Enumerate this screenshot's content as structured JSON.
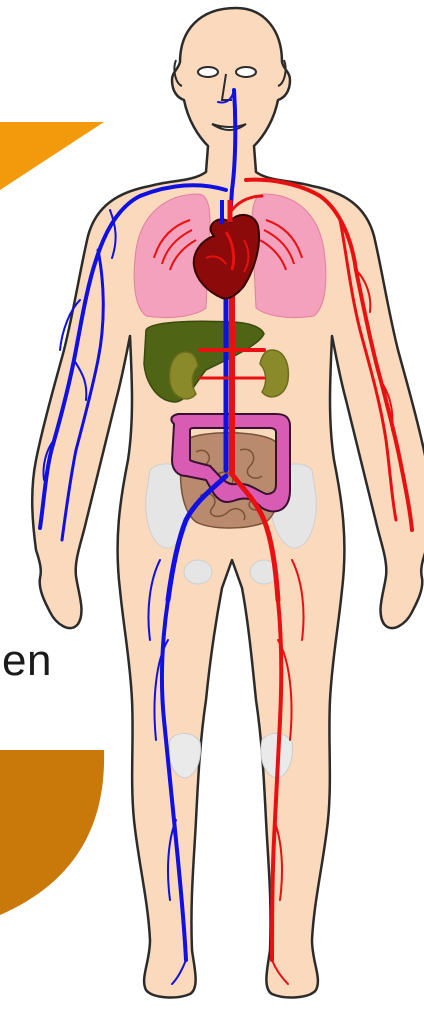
{
  "slide": {
    "text_fragment": "en"
  },
  "colors": {
    "accent_orange": "#F39A0C",
    "accent_brown_orange": "#C9780A",
    "skin": "#FAD9BC",
    "skin_outline": "#2B2B2B",
    "vein": "#1010E0",
    "artery": "#E81010",
    "lung": "#F4A1BE",
    "heart": "#8C0A0A",
    "liver": "#4F6414",
    "kidney": "#8A8A2A",
    "intestine": "#D85CB4",
    "small_intestine": "#B98A6E",
    "pelvis_bone": "#E5E5E5"
  },
  "figure": {
    "subject": "human-circulatory-system",
    "organs": [
      "lungs",
      "heart",
      "liver",
      "kidneys",
      "large-intestine",
      "small-intestine",
      "pelvis",
      "knees"
    ]
  }
}
